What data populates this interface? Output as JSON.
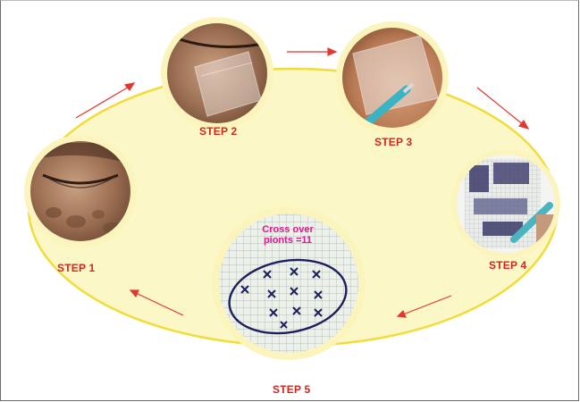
{
  "steps": [
    {
      "label": "STEP 1",
      "image": "closed-eye-face-with-dark-patches"
    },
    {
      "label": "STEP 2",
      "image": "transparent-film-on-cheek"
    },
    {
      "label": "STEP 3",
      "image": "tracing-pen-on-film"
    },
    {
      "label": "STEP 4",
      "image": "film-on-grid-paper"
    },
    {
      "label": "STEP 5",
      "image": "traced-outline-on-graph-paper"
    }
  ],
  "annotation": {
    "line1": "Cross over",
    "line2": "pionts =11"
  },
  "colors": {
    "label": "#d4261f",
    "annotation": "#e0188a",
    "ellipse_fill": "#fcf7c6",
    "ellipse_stroke": "#f1dc3a",
    "arrow": "#e2382f"
  }
}
